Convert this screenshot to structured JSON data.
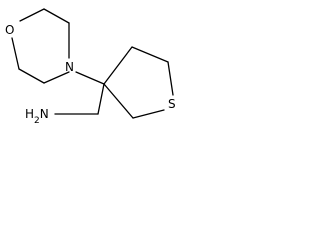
{
  "molecule": {
    "atoms": {
      "morpholine_oxygen": "O",
      "morpholine_nitrogen": "N",
      "thiolane_sulfur": "S",
      "amine": "H2N"
    }
  },
  "colors": {
    "bond": "#000000",
    "label": "#000000",
    "background": "#ffffff"
  }
}
